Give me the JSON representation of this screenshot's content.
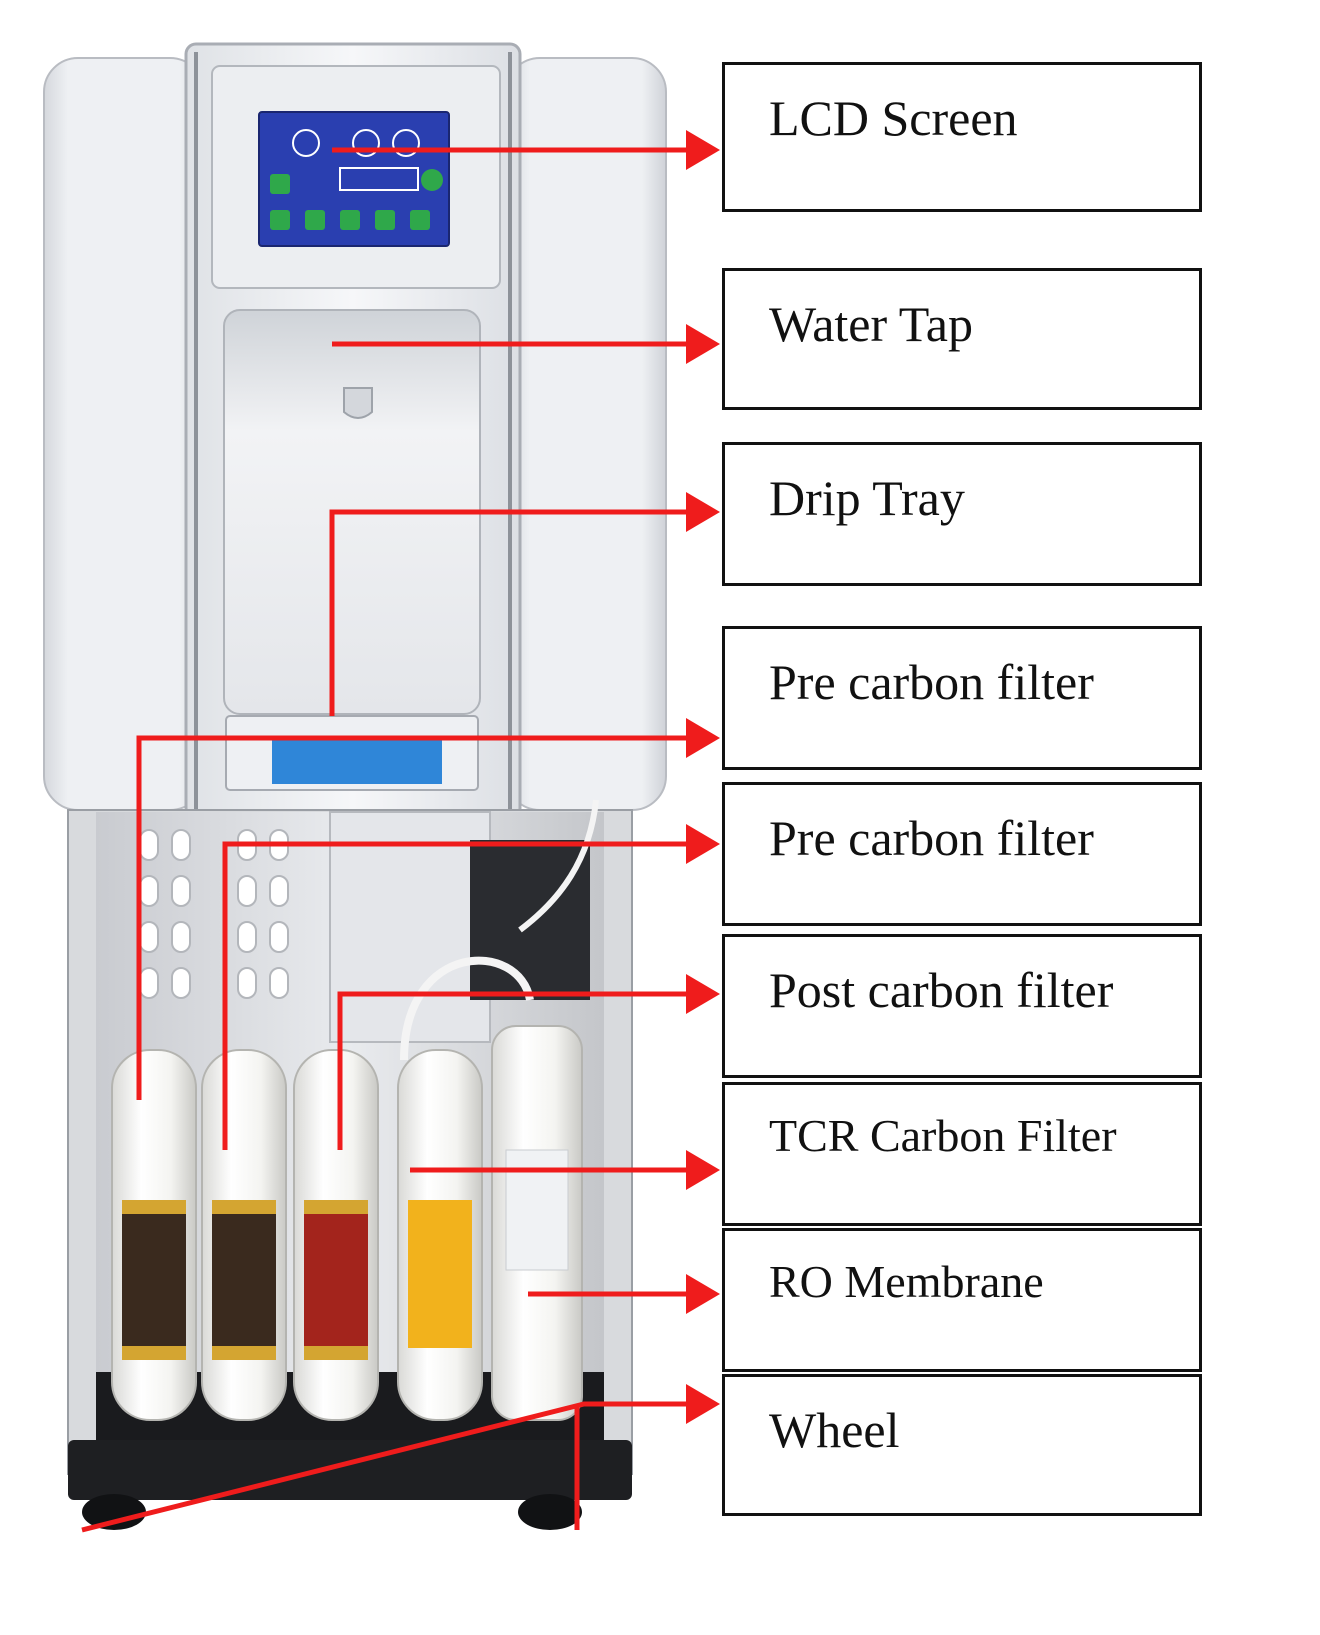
{
  "labels": [
    {
      "id": "lcd-screen",
      "text": "LCD Screen"
    },
    {
      "id": "water-tap",
      "text": "Water Tap"
    },
    {
      "id": "drip-tray",
      "text": "Drip Tray"
    },
    {
      "id": "pre-carbon-filter-1",
      "text": "Pre carbon filter"
    },
    {
      "id": "pre-carbon-filter-2",
      "text": "Pre carbon filter"
    },
    {
      "id": "post-carbon-filter",
      "text": "Post carbon filter"
    },
    {
      "id": "tcr-carbon-filter",
      "text": "TCR Carbon Filter"
    },
    {
      "id": "ro-membrane",
      "text": "RO Membrane"
    },
    {
      "id": "wheel",
      "text": "Wheel"
    }
  ],
  "colors": {
    "arrow": "#ef1c1c",
    "lcd_panel": "#2a3fb0",
    "cabinet": "#e6e8ec",
    "filter_body": "#f7f7f5",
    "filter_band_dark": "#3a2a1e",
    "filter_band_red": "#a3241c",
    "filter_band_yellow": "#f2b21c",
    "notice_label": "#2f86d8"
  }
}
